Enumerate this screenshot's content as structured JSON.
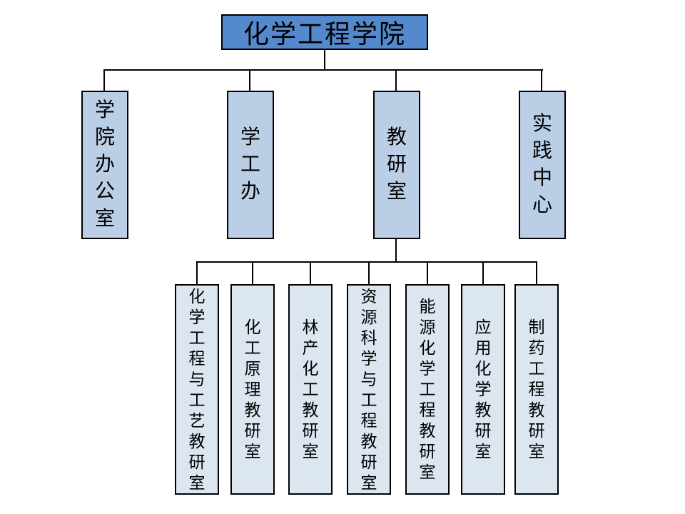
{
  "org_chart": {
    "root": {
      "label": "化学工程学院"
    },
    "level2": [
      {
        "label": "学院办公室"
      },
      {
        "label": "学工办"
      },
      {
        "label": "教研室"
      },
      {
        "label": "实践中心"
      }
    ],
    "level3": [
      {
        "label": "化学工程与工艺教研室"
      },
      {
        "label": "化工原理教研室"
      },
      {
        "label": "林产化工教研室"
      },
      {
        "label": "资源科学与工程教研室"
      },
      {
        "label": "能源化学工程教研室"
      },
      {
        "label": "应用化学教研室"
      },
      {
        "label": "制药工程教研室"
      }
    ],
    "colors": {
      "root_fill": "#5589CE",
      "level2_fill": "#BACEE6",
      "level3_fill": "#DCE6F1",
      "border": "#000000",
      "text": "#000000",
      "background": "#FFFFFF"
    }
  }
}
